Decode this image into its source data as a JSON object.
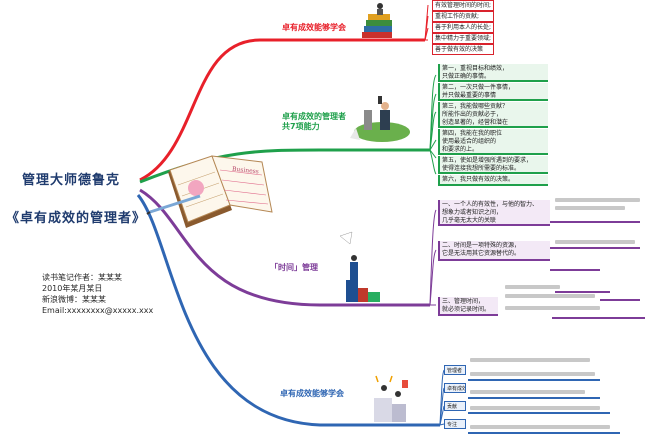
{
  "center": {
    "title_line1": "管理大师德鲁克",
    "title_line2": "《卓有成效的管理者》",
    "notebook_word": "Business"
  },
  "author": {
    "lines": [
      "读书笔记作者：某某某",
      "2010年某月某日",
      "新浪微博：某某某",
      "Email:xxxxxxxx@xxxxx.xxx"
    ]
  },
  "branches": {
    "red": {
      "label": "卓有成效能够学会",
      "items": [
        "有效管理时间的时间;",
        "重视工作的贡献;",
        "善于利用本人的长处;",
        "集中精力于重要领域;",
        "善于做有效的决策"
      ]
    },
    "green": {
      "label": "卓有成效的管理者 共7项能力",
      "items": [
        [
          "第一，重视目标和绩效，",
          "只做正确的事情。"
        ],
        [
          "第二，一次只做一件事情，",
          "并只做最重要的事情"
        ],
        [
          "第三，我能做哪些贡献？",
          "所能作出的贡献必于，",
          "创造显著的，经营和潜在"
        ],
        [
          "第四，我能在我的职位",
          "使用最适合的组织的",
          "和要求的上。"
        ],
        [
          "第五，使如是增强所遇到的要求，",
          "使得连接我想所需要的标准。"
        ],
        [
          "第六，我只做有效的决策。"
        ]
      ]
    },
    "purple": {
      "label": "「时间」管理",
      "items": [
        [
          "一、一个人的有效性，与他的智力、",
          "想象力或者知识之间，",
          "几乎毫无太大的关联"
        ],
        [
          "二、时间是一项特殊的资源，",
          "它是无法用其它资源替代的。"
        ],
        [
          "三、管理时间，",
          "就必须记录时间。"
        ]
      ]
    },
    "blue": {
      "label": "卓有成效能够学会",
      "items": [
        "管理者",
        "卓有成效",
        "贡献",
        "专注"
      ]
    }
  },
  "colors": {
    "red": "#e8202a",
    "green": "#1fa04b",
    "purple": "#7d3c98",
    "blue": "#2f66b3"
  }
}
